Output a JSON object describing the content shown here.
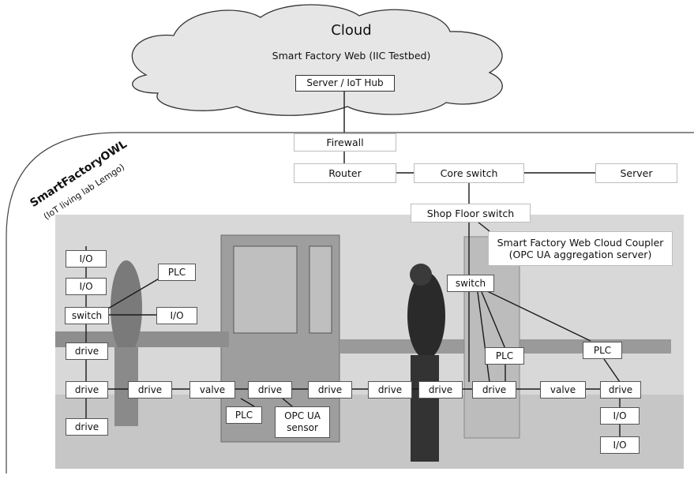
{
  "cloud": {
    "title": "Cloud",
    "subtitle": "Smart Factory Web (IIC Testbed)"
  },
  "lab": {
    "name": "SmartFactoryOWL",
    "sub": "(IoT living lab Lemgo)"
  },
  "nodes": {
    "server_hub": "Server / IoT Hub",
    "firewall": "Firewall",
    "router": "Router",
    "core_switch": "Core switch",
    "server": "Server",
    "shop_switch": "Shop Floor switch",
    "coupler_line1": "Smart Factory Web Cloud Coupler",
    "coupler_line2": "(OPC UA aggregation server)",
    "left_io1": "I/O",
    "left_io2": "I/O",
    "left_plc": "PLC",
    "left_switch": "switch",
    "left_io3": "I/O",
    "left_drive1": "drive",
    "left_drive2": "drive",
    "left_drive3": "drive",
    "mid_drive1": "drive",
    "valve1": "valve",
    "mid_drive2": "drive",
    "mid_plc": "PLC",
    "opc_sensor_line1": "OPC UA",
    "opc_sensor_line2": "sensor",
    "mid_drive3": "drive",
    "mid_drive4": "drive",
    "mid_drive5": "drive",
    "right_switch": "switch",
    "right_plc1": "PLC",
    "right_plc2": "PLC",
    "right_drive1": "drive",
    "valve2": "valve",
    "right_drive2": "drive",
    "right_io1": "I/O",
    "right_io2": "I/O"
  },
  "colors": {
    "photo_bg": "#d9d9d9",
    "photo_floor": "#c4c4c4",
    "line": "#1a1a1a",
    "cloud_fill": "#e6e6e6"
  }
}
